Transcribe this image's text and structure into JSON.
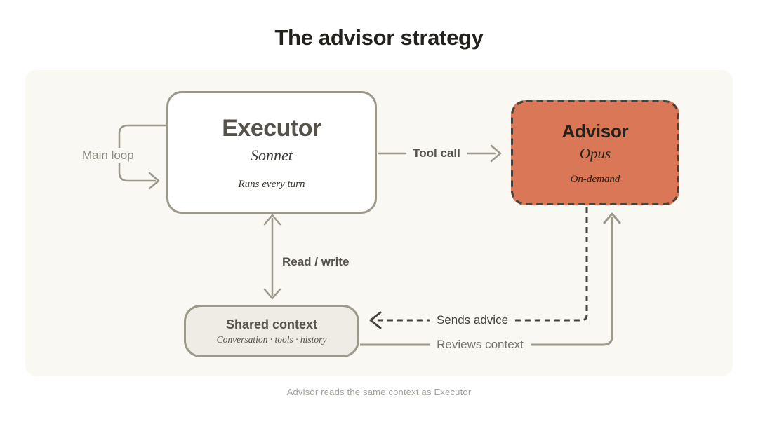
{
  "title": "The advisor strategy",
  "caption": "Advisor reads the same context as Executor",
  "colors": {
    "page-bg": "#ffffff",
    "panel-bg": "#f9f8f2",
    "line-gray": "#9c998b",
    "dark-line": "#45433c",
    "accent": "#d97757",
    "text-dark": "#54524a",
    "text-near-black": "#23221d",
    "text-gray": "#8a887c",
    "caption-gray": "#a3a198",
    "shared-bg": "#eeece4"
  },
  "nodes": {
    "executor": {
      "title": "Executor",
      "subtitle": "Sonnet",
      "note": "Runs every turn"
    },
    "advisor": {
      "title": "Advisor",
      "subtitle": "Opus",
      "note": "On-demand"
    },
    "shared_context": {
      "title": "Shared context",
      "note": "Conversation · tools · history"
    }
  },
  "labels": {
    "main_loop": "Main loop",
    "tool_call": "Tool call",
    "read_write": "Read / write",
    "sends_advice": "Sends advice",
    "reviews_context": "Reviews context"
  }
}
